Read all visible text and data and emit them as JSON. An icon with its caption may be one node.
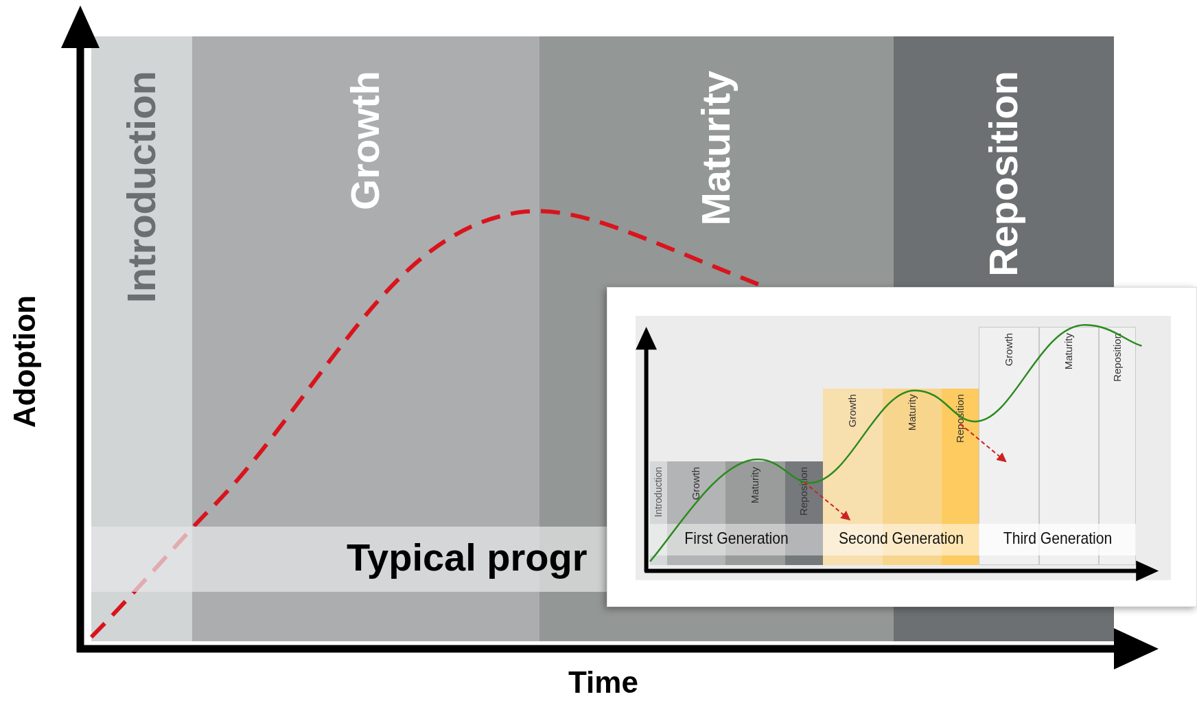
{
  "diagram": {
    "nodes": [
      {
        "text": [
          "Introduction"
        ]
      },
      {
        "text": [
          "Growth"
        ]
      },
      {
        "text": [
          "Maturity"
        ]
      },
      {
        "text": [
          "Reposition"
        ]
      },
      {
        "text": [
          "Typical progr"
        ]
      },
      {
        "text": [
          "Introduction"
        ]
      },
      {
        "text": [
          "Growth"
        ]
      },
      {
        "text": [
          "Maturity"
        ]
      },
      {
        "text": [
          "Reposition"
        ]
      },
      {
        "text": [
          "Growth"
        ]
      },
      {
        "text": [
          "Maturity"
        ]
      },
      {
        "text": [
          "Reposition"
        ]
      },
      {
        "text": [
          "Growth"
        ]
      },
      {
        "text": [
          "Maturity"
        ]
      },
      {
        "text": [
          "Reposition"
        ]
      },
      {
        "text": [
          "First Generation"
        ]
      },
      {
        "text": [
          "Second Generation"
        ]
      },
      {
        "text": [
          "Third Generation"
        ]
      }
    ],
    "edges": [
      {
        "from": 8,
        "to": 9,
        "arrow": "to",
        "style": "dashed"
      },
      {
        "from": 11,
        "to": 12,
        "arrow": "to",
        "style": "dashed"
      }
    ],
    "labels": [
      "Adoption",
      "Time"
    ]
  }
}
